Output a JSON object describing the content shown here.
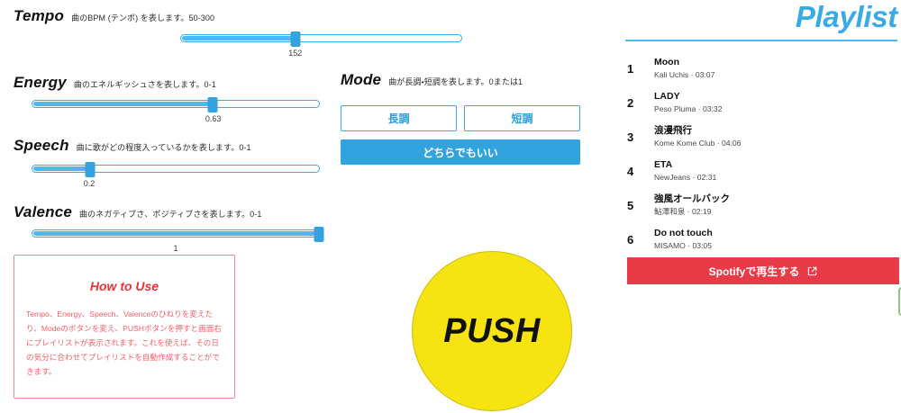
{
  "sliders": [
    {
      "key": "tempo",
      "title": "Tempo",
      "description": "曲のBPM (テンポ) を表します。50-300",
      "value_label": "152",
      "value": 152,
      "min": 50,
      "max": 300
    },
    {
      "key": "energy",
      "title": "Energy",
      "description": "曲のエネルギッシュさを表します。0-1",
      "value_label": "0.63",
      "value": 0.63,
      "min": 0,
      "max": 1
    },
    {
      "key": "speech",
      "title": "Speech",
      "description": "曲に歌がどの程度入っているかを表します。0-1",
      "value_label": "0.2",
      "value": 0.2,
      "min": 0,
      "max": 1
    },
    {
      "key": "valence",
      "title": "Valence",
      "description": "曲のネガティブさ、ポジティブさを表します。0-1",
      "value_label": "1",
      "value": 1,
      "min": 0,
      "max": 1
    }
  ],
  "mode": {
    "title": "Mode",
    "description": "曲が長調・短調を表します。0または1",
    "major_label": "長調",
    "minor_label": "短調",
    "any_label": "どちらでもいい",
    "selected": "any"
  },
  "howto": {
    "title": "How to Use",
    "body": "Tempo、Energy、Speech、Valenceのひねりを変えたり、Modeのボタンを変え、PUSHボタンを押すと画面右にプレイリストが表示されます。これを使えば、その日の気分に合わせてプレイリストを自動作成することができます。"
  },
  "push": {
    "label": "PUSH"
  },
  "playlist": {
    "title": "Playlist",
    "tracks": [
      {
        "number": "1",
        "name": "Moon",
        "meta": "Kali Uchis · 03:07"
      },
      {
        "number": "2",
        "name": "LADY",
        "meta": "Peso Pluma · 03:32"
      },
      {
        "number": "3",
        "name": "浪漫飛行",
        "meta": "Kome Kome Club · 04:06"
      },
      {
        "number": "4",
        "name": "ETA",
        "meta": "NewJeans · 02:31"
      },
      {
        "number": "5",
        "name": "強風オールバック",
        "meta": "鮎澤和泉 · 02:19"
      },
      {
        "number": "6",
        "name": "Do not touch",
        "meta": "MISAMO · 03:05"
      }
    ],
    "spotify_button": "Spotifyで再生する"
  },
  "colors": {
    "accent_blue": "#3aaae4",
    "slider_blue": "#32a3df",
    "spotify_red": "#e83a47",
    "howto_red": "#e8323c",
    "push_yellow": "#f5e312",
    "edge_green": "#8dc77f"
  }
}
